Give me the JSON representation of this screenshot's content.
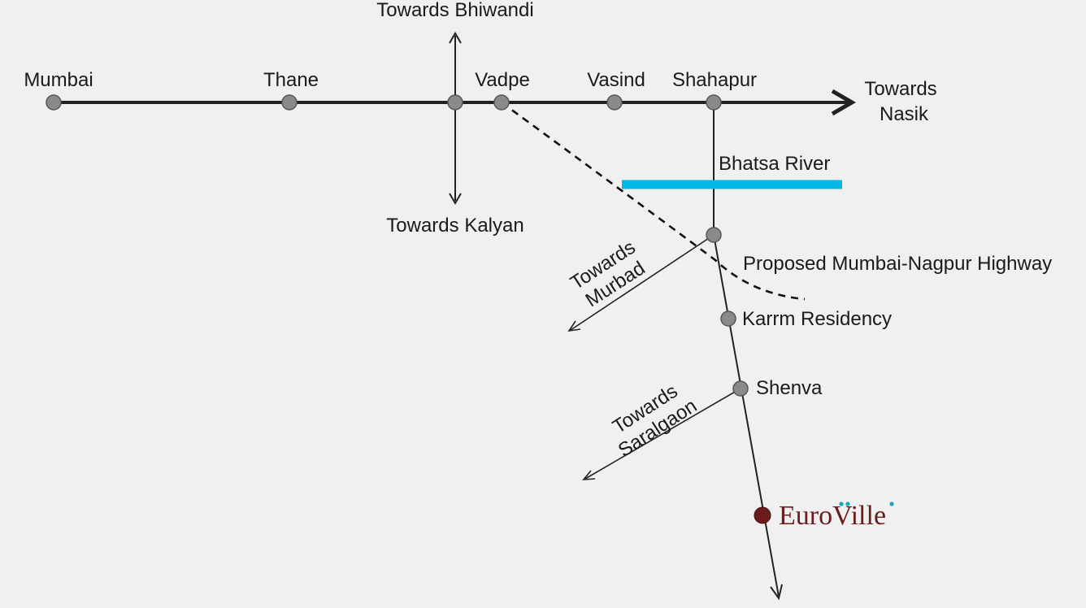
{
  "map": {
    "background": "#f0f0f0",
    "line_color": "#222222",
    "node_color": "#8a8a8a",
    "river_color": "#00b8e6",
    "highlight_color": "#6b1c1c",
    "stations": [
      "Mumbai",
      "Thane",
      "Vadpe",
      "Vasind",
      "Shahapur",
      "Karrm Residency",
      "Shenva"
    ],
    "directions": {
      "bhiwandi": "Towards Bhiwandi",
      "kalyan": "Towards Kalyan",
      "nasik": [
        "Towards",
        "Nasik"
      ],
      "murbad": [
        "Towards",
        "Murbad"
      ],
      "saralgaon": [
        "Towards",
        "Saralgaon"
      ]
    },
    "river": "Bhatsa River",
    "proposed_highway": "Proposed Mumbai-Nagpur Highway",
    "project": {
      "name": "Euroville",
      "text_before": "Eur",
      "o_char": "o",
      "text_mid": "Vill",
      "e_char": "e"
    }
  }
}
